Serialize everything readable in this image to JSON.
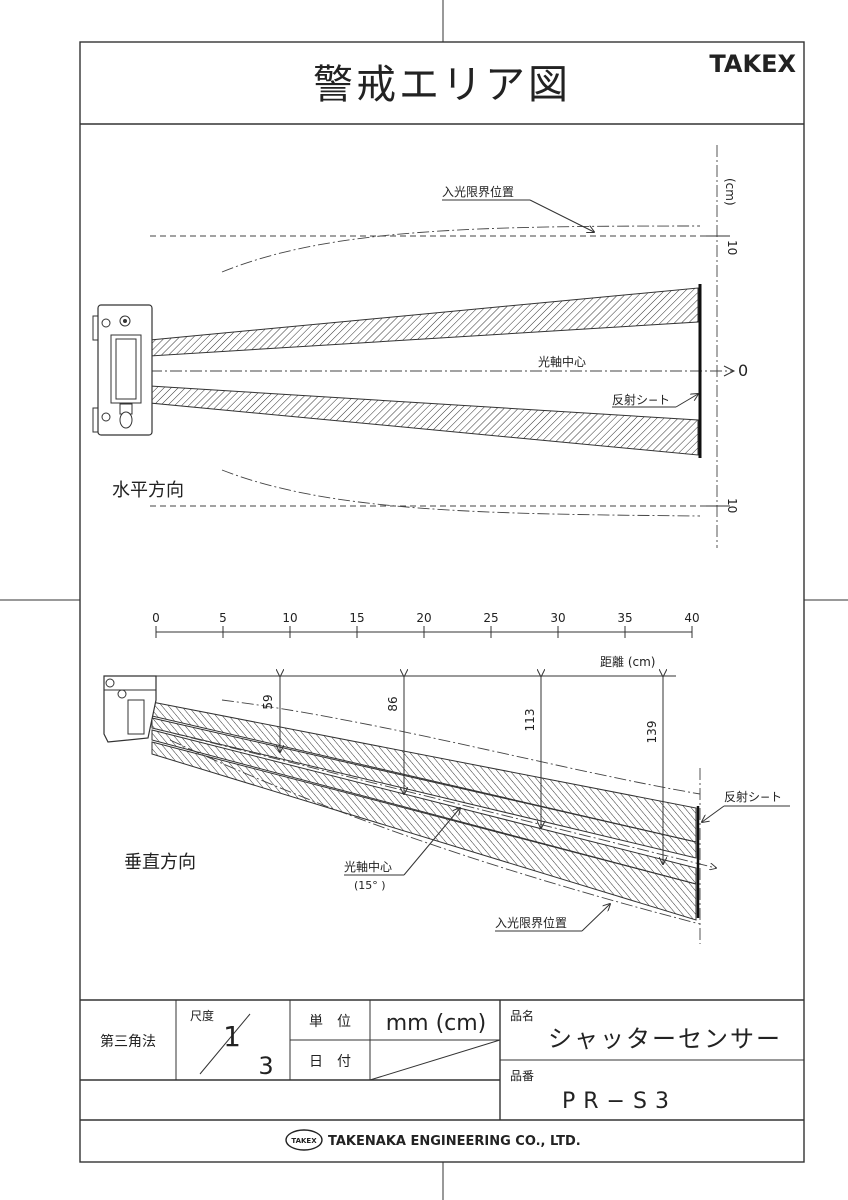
{
  "title": "警戒エリア図",
  "brand": "TAKEX",
  "horizontal": {
    "label": "水平方向",
    "light_limit_label": "入光限界位置",
    "optical_axis_label": "光軸中心",
    "reflector_label": "反射シ−ト",
    "unit_label": "(cm)",
    "scale_top": "10",
    "scale_zero": "0",
    "scale_bottom": "10"
  },
  "distance_axis": {
    "ticks": [
      "0",
      "5",
      "10",
      "15",
      "20",
      "25",
      "30",
      "35",
      "40"
    ],
    "label": "距離 (cm)"
  },
  "vertical": {
    "label": "垂直方向",
    "optical_axis_label": "光軸中心",
    "optical_axis_angle": "(15° )",
    "reflector_label": "反射シ−ト",
    "light_limit_label": "入光限界位置",
    "dimensions": [
      "59",
      "86",
      "113",
      "139"
    ]
  },
  "titleblock": {
    "projection": "第三角法",
    "scale_label": "尺度",
    "scale_num": "1",
    "scale_den": "3",
    "unit_label": "単　位",
    "unit_value": "mm (cm)",
    "date_label": "日　付",
    "name_label": "品名",
    "name_value": "シャッターセンサー",
    "number_label": "品番",
    "number_value": "PR−S3",
    "company_logo": "TAKEX",
    "company": "TAKENAKA ENGINEERING CO., LTD."
  }
}
